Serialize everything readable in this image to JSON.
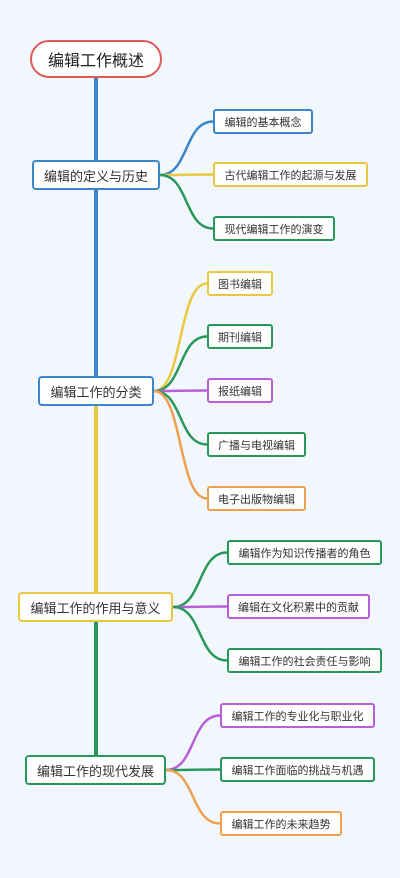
{
  "colors": {
    "background": "#f2f7fd",
    "root_border": "#e05a5a",
    "blue": "#3a86c8",
    "yellow": "#e8c840",
    "green": "#27985a",
    "purple": "#b65fd6",
    "orange": "#eea04e"
  },
  "root": {
    "label": "编辑工作概述"
  },
  "branches": [
    {
      "label": "编辑的定义与历史",
      "color": "blue",
      "children": [
        {
          "label": "编辑的基本概念",
          "color": "blue"
        },
        {
          "label": "古代编辑工作的起源与发展",
          "color": "yellow"
        },
        {
          "label": "现代编辑工作的演变",
          "color": "green"
        }
      ]
    },
    {
      "label": "编辑工作的分类",
      "color": "blue",
      "children": [
        {
          "label": "图书编辑",
          "color": "yellow"
        },
        {
          "label": "期刊编辑",
          "color": "green"
        },
        {
          "label": "报纸编辑",
          "color": "purple"
        },
        {
          "label": "广播与电视编辑",
          "color": "green"
        },
        {
          "label": "电子出版物编辑",
          "color": "orange"
        }
      ]
    },
    {
      "label": "编辑工作的作用与意义",
      "color": "yellow",
      "children": [
        {
          "label": "编辑作为知识传播者的角色",
          "color": "green"
        },
        {
          "label": "编辑在文化积累中的贡献",
          "color": "purple"
        },
        {
          "label": "编辑工作的社会责任与影响",
          "color": "green"
        }
      ]
    },
    {
      "label": "编辑工作的现代发展",
      "color": "green",
      "children": [
        {
          "label": "编辑工作的专业化与职业化",
          "color": "purple"
        },
        {
          "label": "编辑工作面临的挑战与机遇",
          "color": "green"
        },
        {
          "label": "编辑工作的未来趋势",
          "color": "orange"
        }
      ]
    }
  ]
}
